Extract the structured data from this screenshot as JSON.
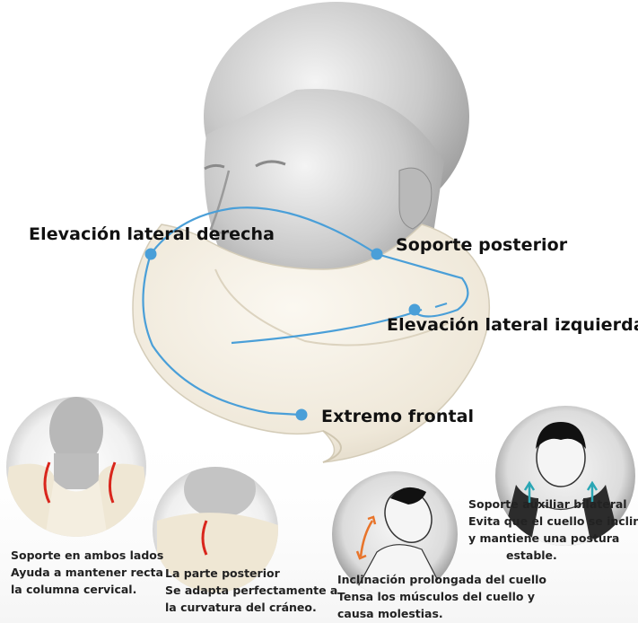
{
  "labels": {
    "right_lateral": "Elevación lateral derecha",
    "posterior": "Soporte posterior",
    "left_lateral": "Elevación lateral izquierda",
    "front": "Extremo frontal"
  },
  "captions": {
    "both_sides": [
      "Soporte en ambos lados",
      "Ayuda a mantener recta",
      "la columna cervical."
    ],
    "back": [
      "La parte posterior",
      "Se adapta perfectamente a",
      "la curvatura del cráneo."
    ],
    "tilt": [
      "Inclinación prolongada del cuello",
      "Tensa los músculos del cuello y",
      "causa molestias."
    ],
    "bilateral": [
      "Soporte auxiliar bilateral",
      "Evita que el cuello se incline",
      "y mantiene una postura",
      "estable."
    ]
  },
  "colors": {
    "accent_line": "#4a9fd8",
    "marker_red": "#d9261c",
    "arrow_orange": "#e8742a",
    "arrow_teal": "#2aa6b4",
    "pillow": "#f1ece0"
  }
}
